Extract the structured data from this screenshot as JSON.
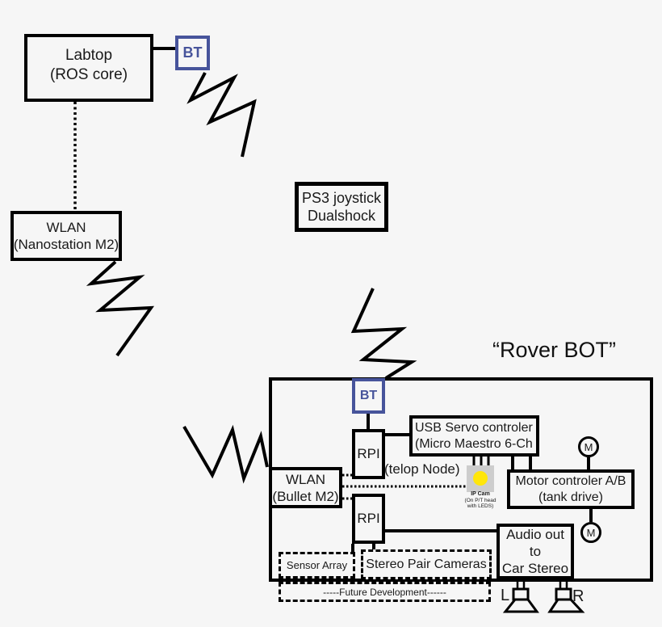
{
  "title": "“Rover BOT”",
  "colors": {
    "line_black": "#000000",
    "bt_blue": "#47549b",
    "cam_gray": "#cdcdcd",
    "cam_yellow": "#ffe60a",
    "background": "#f6f6f6"
  },
  "nodes": {
    "laptop": {
      "line1": "Labtop",
      "line2": "(ROS core)"
    },
    "bt_top": {
      "label": "BT"
    },
    "wlan_nano": {
      "line1": "WLAN",
      "line2": "(Nanostation M2)"
    },
    "ps3": {
      "line1": "PS3 joystick",
      "line2": "Dualshock"
    },
    "bt_rover": {
      "label": "BT"
    },
    "rpi_top": {
      "label": "RPI"
    },
    "rpi_bottom": {
      "label": "RPI"
    },
    "usb_servo": {
      "line1": "USB Servo controler",
      "line2": "(Micro Maestro 6-Ch"
    },
    "telop_note": {
      "label": "(telop Node)"
    },
    "ip_cam": {
      "line1": "IP Cam",
      "line2": "(On P/T head",
      "line3": "with LEDS)"
    },
    "motor_controller": {
      "line1": "Motor controler A/B",
      "line2": "(tank drive)"
    },
    "motor_top": {
      "label": "M"
    },
    "motor_bottom": {
      "label": "M"
    },
    "wlan_bullet": {
      "line1": "WLAN",
      "line2": "(Bullet M2)"
    },
    "audio_out": {
      "line1": "Audio out",
      "line2": "to",
      "line3": "Car Stereo"
    },
    "sensor_array": {
      "label": "Sensor Array"
    },
    "stereo_cameras": {
      "label": "Stereo Pair Cameras"
    },
    "future_dev": {
      "label": "-----Future Development------"
    },
    "speaker_left": {
      "label": "L"
    },
    "speaker_right": {
      "label": "R"
    }
  }
}
